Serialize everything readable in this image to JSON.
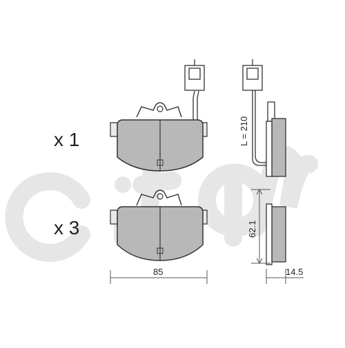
{
  "labels": {
    "qty_top": "x 1",
    "qty_bottom": "x 3",
    "wire_length": "L = 210",
    "width": "85",
    "height": "62.1",
    "thickness": "14.5"
  },
  "watermark": {
    "text": "cifam",
    "color": "#e6e6e6"
  },
  "colors": {
    "pad_fill": "#b8b8b8",
    "outline": "#333333",
    "dimension_line": "#555555"
  }
}
